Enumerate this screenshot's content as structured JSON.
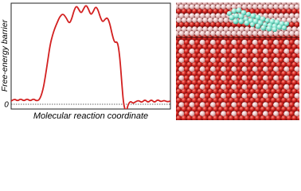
{
  "profile": {
    "ylabel": "Free-energy barrier",
    "xlabel": "Molecular reaction coordinate",
    "zero_label": "0"
  },
  "surface": {
    "atom_light": "#f7dcdc",
    "atom_pink": "#e8a9a9",
    "atom_red": "#c81e1e",
    "atom_dark": "#5a0a0a",
    "molecule_color": "#7ee0cc",
    "molecule_highlight": "#eafff9"
  },
  "colors": {
    "curve": "#d32020",
    "frame": "#222222",
    "baseline": "#333333"
  }
}
